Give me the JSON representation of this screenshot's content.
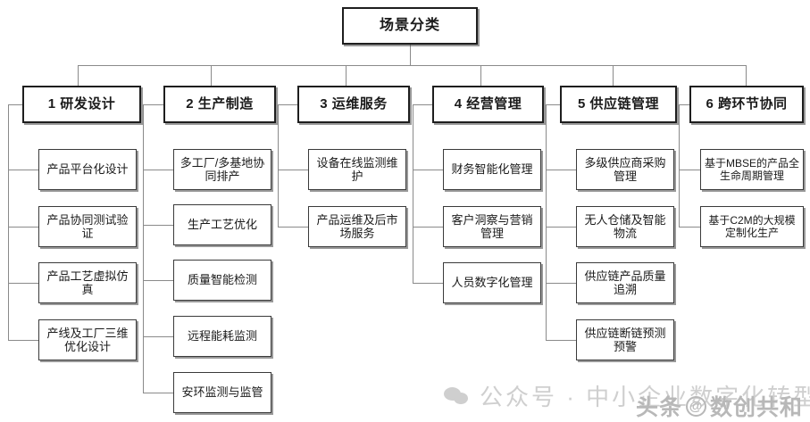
{
  "diagram": {
    "type": "tree",
    "root": {
      "label": "场景分类"
    },
    "categories": [
      {
        "id": "c1",
        "label": "1 研发设计",
        "children": [
          {
            "label": "产品平台化设计"
          },
          {
            "label": "产品协同测试验证"
          },
          {
            "label": "产品工艺虚拟仿真"
          },
          {
            "label": "产线及工厂三维优化设计"
          }
        ]
      },
      {
        "id": "c2",
        "label": "2 生产制造",
        "children": [
          {
            "label": "多工厂/多基地协同排产"
          },
          {
            "label": "生产工艺优化"
          },
          {
            "label": "质量智能检测"
          },
          {
            "label": "远程能耗监测"
          },
          {
            "label": "安环监测与监管"
          }
        ]
      },
      {
        "id": "c3",
        "label": "3 运维服务",
        "children": [
          {
            "label": "设备在线监测维护"
          },
          {
            "label": "产品运维及后市场服务"
          }
        ]
      },
      {
        "id": "c4",
        "label": "4 经营管理",
        "children": [
          {
            "label": "财务智能化管理"
          },
          {
            "label": "客户洞察与营销管理"
          },
          {
            "label": "人员数字化管理"
          }
        ]
      },
      {
        "id": "c5",
        "label": "5 供应链管理",
        "children": [
          {
            "label": "多级供应商采购管理"
          },
          {
            "label": "无人仓储及智能物流"
          },
          {
            "label": "供应链产品质量追溯"
          },
          {
            "label": "供应链断链预测预警"
          }
        ]
      },
      {
        "id": "c6",
        "label": "6 跨环节协同",
        "children": [
          {
            "label": "基于MBSE的产品全生命周期管理"
          },
          {
            "label": "基于C2M的大规模定制化生产"
          }
        ]
      }
    ]
  },
  "watermarks": {
    "wechat": "公众号 · 中小企业数字化转型",
    "toutiao_prefix": "头条",
    "toutiao_at": "@",
    "toutiao_name": "数创共和"
  },
  "colors": {
    "background": "#ffffff",
    "box_border": "#1e1e1e",
    "leaf_border": "#3a3a3a",
    "connector": "#8a8a8a",
    "text": "#1a1a1a",
    "watermark": "#cfcfcf"
  }
}
